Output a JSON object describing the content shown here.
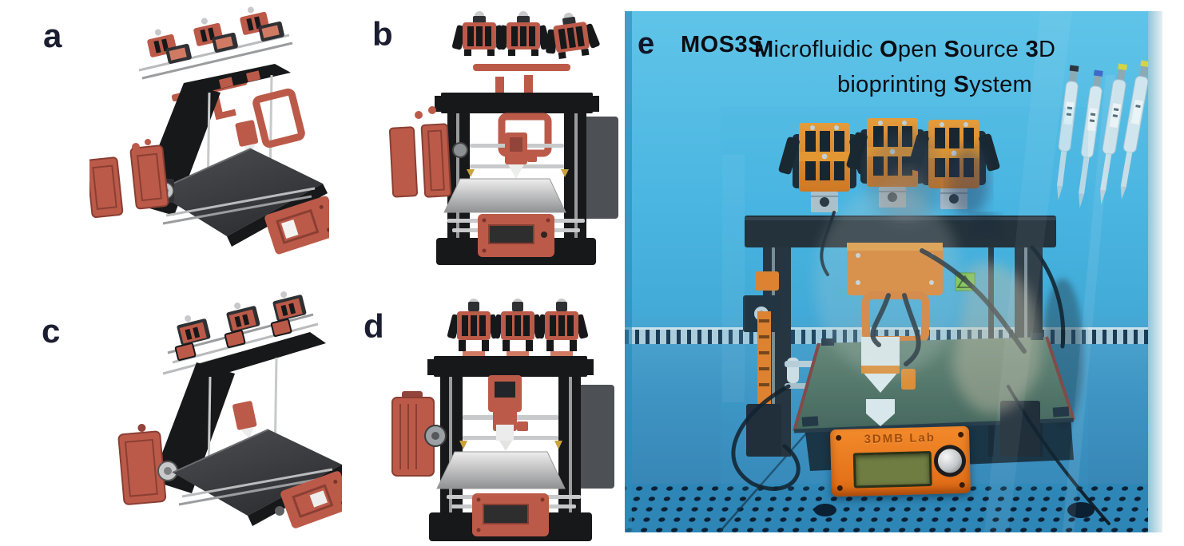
{
  "figure": {
    "panels": [
      {
        "label": "a",
        "illustration": "exploded-perspective-render"
      },
      {
        "label": "b",
        "illustration": "exploded-front-render"
      },
      {
        "label": "c",
        "illustration": "assembled-perspective-render"
      },
      {
        "label": "d",
        "illustration": "assembled-front-render"
      },
      {
        "label": "e",
        "illustration": "photo-bioprinter-in-biosafety-cabinet"
      }
    ],
    "photo": {
      "system_acronym": "MOS3S",
      "system_name_line1": [
        {
          "t": "M",
          "bold": true
        },
        {
          "t": "icrofluidic ",
          "bold": false
        },
        {
          "t": "O",
          "bold": true
        },
        {
          "t": "pen ",
          "bold": false
        },
        {
          "t": "S",
          "bold": true
        },
        {
          "t": "ource ",
          "bold": false
        },
        {
          "t": "3",
          "bold": true
        },
        {
          "t": "D",
          "bold": false
        }
      ],
      "system_name_line2": [
        {
          "t": "bioprinting ",
          "bold": false
        },
        {
          "t": "S",
          "bold": true
        },
        {
          "t": "ystem",
          "bold": false
        }
      ],
      "lcd_label": "3DMB Lab"
    },
    "colors": {
      "panel_label": "#1b1e30",
      "cad_part_orange": "#bc5a49",
      "cad_frame_black": "#17181a",
      "photo_ambient_blue": "#45b4e0",
      "printed_part_orange": "#f0821f",
      "lcd_case_orange": "#e8741c",
      "lcd_screen_green": "#6f7c42",
      "bed_glass_green": "#5d7765",
      "title_text": "#0b0d12"
    }
  }
}
